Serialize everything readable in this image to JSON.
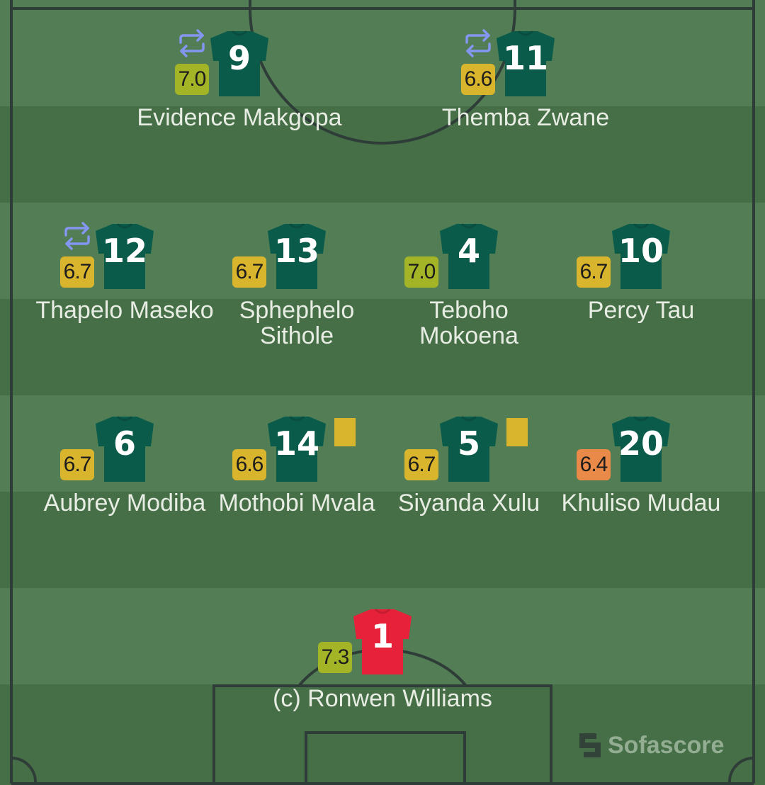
{
  "colors": {
    "pitch_light": "#527d55",
    "pitch_dark": "#466f47",
    "lines": "#2f3d38",
    "kit": "#0b5b4a",
    "gk_kit": "#e8213a",
    "rating_green": "#a3b526",
    "rating_yellow": "#d8b52c",
    "rating_orange": "#e98a48",
    "yellow_card": "#d8b52c",
    "sub_icon": "#8596f2"
  },
  "icons": {
    "substitution": "substitution-arrows-icon",
    "yellow_card": "yellow-card-icon",
    "jersey": "jersey-icon",
    "brand": "sofascore-logo-icon"
  },
  "players": [
    {
      "number": "9",
      "rating": "7.0",
      "rating_tier": "green",
      "name": "Evidence Makgopa",
      "substituted": true,
      "yellow_card": false,
      "goalkeeper": false
    },
    {
      "number": "11",
      "rating": "6.6",
      "rating_tier": "yellow",
      "name": "Themba Zwane",
      "substituted": true,
      "yellow_card": false,
      "goalkeeper": false
    },
    {
      "number": "12",
      "rating": "6.7",
      "rating_tier": "yellow",
      "name": "Thapelo Maseko",
      "substituted": true,
      "yellow_card": false,
      "goalkeeper": false
    },
    {
      "number": "13",
      "rating": "6.7",
      "rating_tier": "yellow",
      "name": "Sphephelo Sithole",
      "substituted": false,
      "yellow_card": false,
      "goalkeeper": false
    },
    {
      "number": "4",
      "rating": "7.0",
      "rating_tier": "green",
      "name": "Teboho Mokoena",
      "substituted": false,
      "yellow_card": false,
      "goalkeeper": false
    },
    {
      "number": "10",
      "rating": "6.7",
      "rating_tier": "yellow",
      "name": "Percy Tau",
      "substituted": false,
      "yellow_card": false,
      "goalkeeper": false
    },
    {
      "number": "6",
      "rating": "6.7",
      "rating_tier": "yellow",
      "name": "Aubrey Modiba",
      "substituted": false,
      "yellow_card": false,
      "goalkeeper": false
    },
    {
      "number": "14",
      "rating": "6.6",
      "rating_tier": "yellow",
      "name": "Mothobi Mvala",
      "substituted": false,
      "yellow_card": true,
      "goalkeeper": false
    },
    {
      "number": "5",
      "rating": "6.7",
      "rating_tier": "yellow",
      "name": "Siyanda Xulu",
      "substituted": false,
      "yellow_card": true,
      "goalkeeper": false
    },
    {
      "number": "20",
      "rating": "6.4",
      "rating_tier": "orange",
      "name": "Khuliso Mudau",
      "substituted": false,
      "yellow_card": false,
      "goalkeeper": false
    },
    {
      "number": "1",
      "rating": "7.3",
      "rating_tier": "green",
      "name": "(c) Ronwen Williams",
      "substituted": false,
      "yellow_card": false,
      "goalkeeper": true
    }
  ],
  "brand": {
    "name": "Sofascore"
  }
}
